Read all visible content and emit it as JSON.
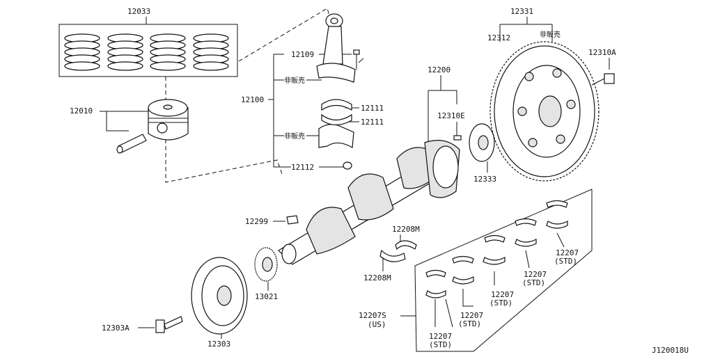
{
  "diagram_id": "J120018U",
  "not_for_sale_label": "非販売",
  "std_label": "(STD)",
  "us_label": "(US)",
  "labels": {
    "piston_rings": "12033",
    "piston": "12010",
    "conrod_bolt": "12109",
    "conrod_assy": "12100",
    "conrod_bearing_a": "12111",
    "conrod_bearing_b": "12111",
    "conrod_nut": "12112",
    "crankshaft": "12200",
    "pilot_pin": "12310E",
    "flywheel_assy": "12331",
    "flywheel": "12312",
    "flywheel_bolt": "12310A",
    "adapter_plate": "12333",
    "woodruff_key": "12299",
    "thrust_washer_upper": "12208M",
    "thrust_washer_lower": "12208M",
    "crank_sprocket": "13021",
    "pulley_bolt": "12303A",
    "crank_pulley": "12303",
    "main_bearing_set": "12207S",
    "main_bearing_std": "12207"
  }
}
